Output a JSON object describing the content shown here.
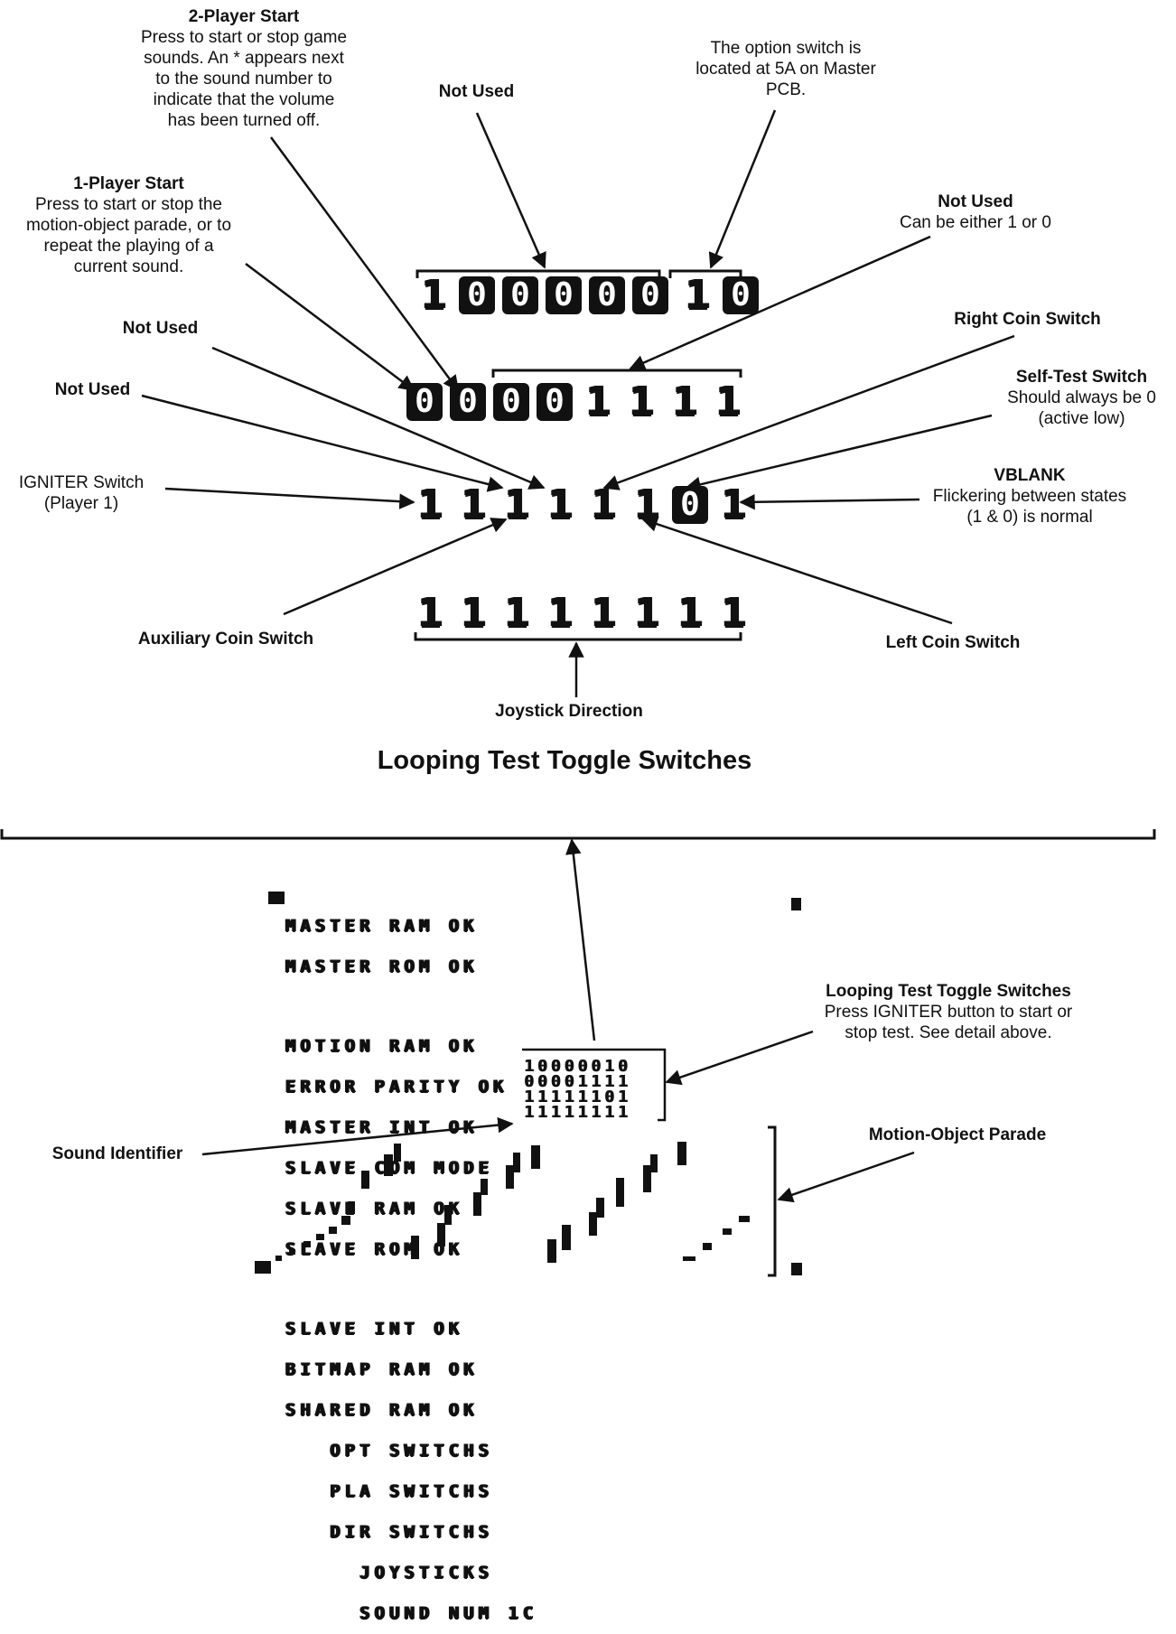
{
  "figure": {
    "heading": "Looping Test Toggle Switches"
  },
  "switch_rows": [
    {
      "bits": [
        "1",
        "0",
        "0",
        "0",
        "0",
        "0",
        "1",
        "0"
      ]
    },
    {
      "bits": [
        "0",
        "0",
        "0",
        "0",
        "1",
        "1",
        "1",
        "1"
      ]
    },
    {
      "bits": [
        "1",
        "1",
        "1",
        "1",
        "1",
        "1",
        "0",
        "1"
      ]
    },
    {
      "bits": [
        "1",
        "1",
        "1",
        "1",
        "1",
        "1",
        "1",
        "1"
      ]
    }
  ],
  "labels": {
    "two_player_start": {
      "title": "2-Player Start",
      "l1": "Press to start or stop game",
      "l2": "sounds. An * appears next",
      "l3": "to the sound number to",
      "l4": "indicate that the volume",
      "l5": "has been turned off."
    },
    "not_used_top": "Not Used",
    "option_switch": {
      "l1": "The option switch is",
      "l2": "located at 5A on Master",
      "l3": "PCB."
    },
    "one_player_start": {
      "title": "1-Player Start",
      "l1": "Press to start or stop the",
      "l2": "motion-object parade, or to",
      "l3": "repeat the playing of a",
      "l4": "current sound."
    },
    "not_used_either": {
      "title": "Not Used",
      "desc": "Can be either 1 or 0"
    },
    "not_used_mid": "Not Used",
    "right_coin": "Right Coin Switch",
    "not_used_left": "Not Used",
    "self_test": {
      "title": "Self-Test Switch",
      "l1": "Should always be 0",
      "l2": "(active low)"
    },
    "igniter": {
      "l1": "IGNITER Switch",
      "l2": "(Player 1)"
    },
    "vblank": {
      "title": "VBLANK",
      "l1": "Flickering between states",
      "l2": "(1 & 0) is normal"
    },
    "aux_coin": "Auxiliary Coin Switch",
    "left_coin": "Left Coin Switch",
    "joystick": "Joystick Direction",
    "looping_bottom": {
      "title": "Looping Test Toggle Switches",
      "l1": "Press IGNITER button to start or",
      "l2": "stop test. See detail above."
    },
    "sound_identifier": "Sound Identifier",
    "motion_parade": "Motion-Object Parade"
  },
  "screen": {
    "lines": [
      "MASTER RAM OK",
      "MASTER ROM OK",
      "",
      "MOTION RAM OK",
      "ERROR PARITY OK",
      "MASTER INT OK",
      "SLAVE COM MODE",
      "SLAVE RAM OK",
      "SLAVE ROM OK",
      "",
      "SLAVE INT OK",
      "BITMAP RAM OK",
      "SHARED RAM OK",
      "   OPT SWITCHS",
      "   PLA SWITCHS",
      "   DIR SWITCHS",
      "     JOYSTICKS",
      "     SOUND NUM 1C"
    ],
    "switch_values": [
      "10000010",
      "00001111",
      "11111101",
      "11111111"
    ]
  }
}
